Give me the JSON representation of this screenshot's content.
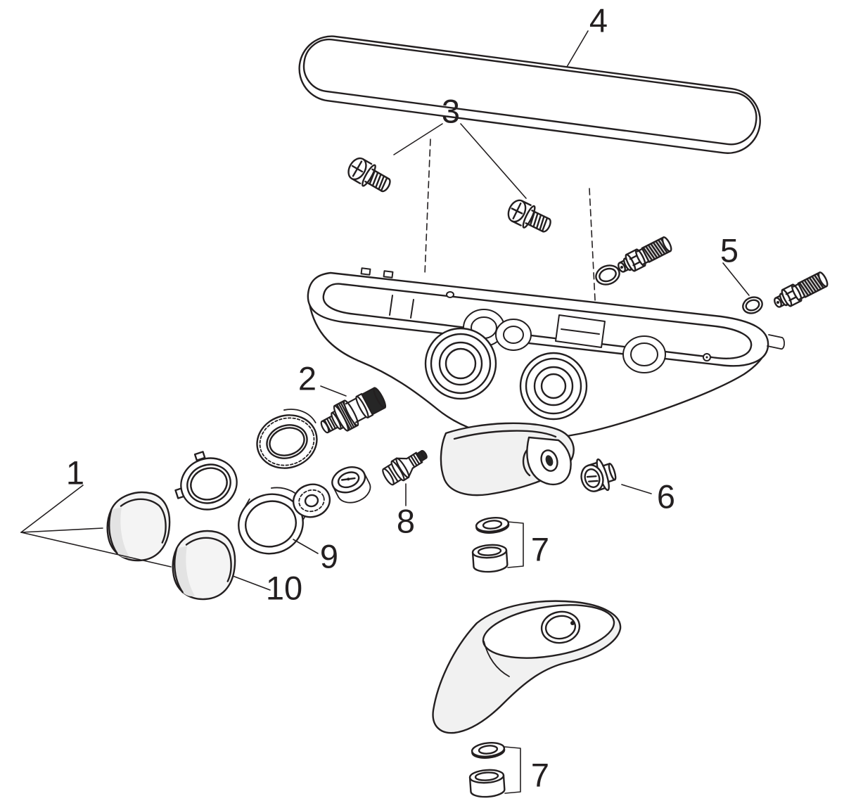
{
  "page": {
    "background_color": "#ffffff",
    "line_color": "#231f20",
    "dark_fill_color": "#262626"
  },
  "diagram": {
    "kind": "exploded-parts-diagram",
    "callouts": [
      {
        "number": "1"
      },
      {
        "number": "2"
      },
      {
        "number": "3"
      },
      {
        "number": "4"
      },
      {
        "number": "5"
      },
      {
        "number": "6"
      },
      {
        "number": "7"
      },
      {
        "number": "8"
      },
      {
        "number": "9"
      },
      {
        "number": "10"
      },
      {
        "number": "7"
      }
    ]
  }
}
